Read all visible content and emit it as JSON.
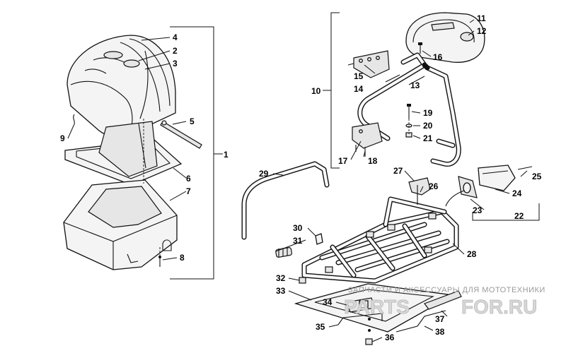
{
  "callouts": [
    "1",
    "2",
    "3",
    "4",
    "5",
    "6",
    "7",
    "8",
    "9",
    "10",
    "11",
    "12",
    "13",
    "14",
    "15",
    "16",
    "17",
    "18",
    "19",
    "20",
    "21",
    "22",
    "23",
    "24",
    "25",
    "26",
    "27",
    "28",
    "29",
    "30",
    "31",
    "32",
    "33",
    "34",
    "35",
    "36",
    "37",
    "38"
  ],
  "watermark": {
    "caption": "ЗАПЧАСТИ И АКСЕССУАРЫ ДЛЯ МОТОТЕХНИКИ",
    "logo_left": "PARTS",
    "logo_right": "FOR.RU"
  }
}
